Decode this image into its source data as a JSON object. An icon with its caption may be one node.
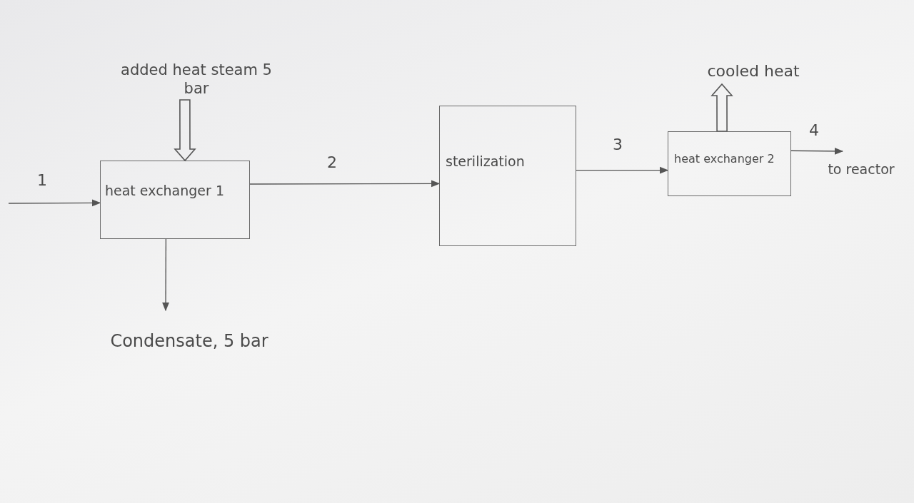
{
  "diagram": {
    "nodes": [
      {
        "text": [
          "heat exchanger 1"
        ]
      },
      {
        "text": [
          "sterilization"
        ]
      },
      {
        "text": [
          "heat exchanger 2"
        ]
      },
      {
        "text": [
          "added heat steam 5 bar"
        ]
      },
      {
        "text": [
          "Condensate, 5 bar"
        ]
      },
      {
        "text": [
          "cooled heat"
        ]
      },
      {
        "text": [
          "to reactor"
        ]
      }
    ],
    "edges": [
      {
        "from": null,
        "to": 0,
        "arrow": "to",
        "label": "1"
      },
      {
        "from": 0,
        "to": 1,
        "arrow": "to",
        "label": "2"
      },
      {
        "from": 1,
        "to": 2,
        "arrow": "to",
        "label": "3"
      },
      {
        "from": 2,
        "to": 6,
        "arrow": "to",
        "label": "4"
      },
      {
        "from": 3,
        "to": 0,
        "arrow": "to",
        "style": "thick"
      },
      {
        "from": 0,
        "to": 4,
        "arrow": "to"
      },
      {
        "from": 2,
        "to": 5,
        "arrow": "to",
        "style": "thick"
      }
    ]
  }
}
